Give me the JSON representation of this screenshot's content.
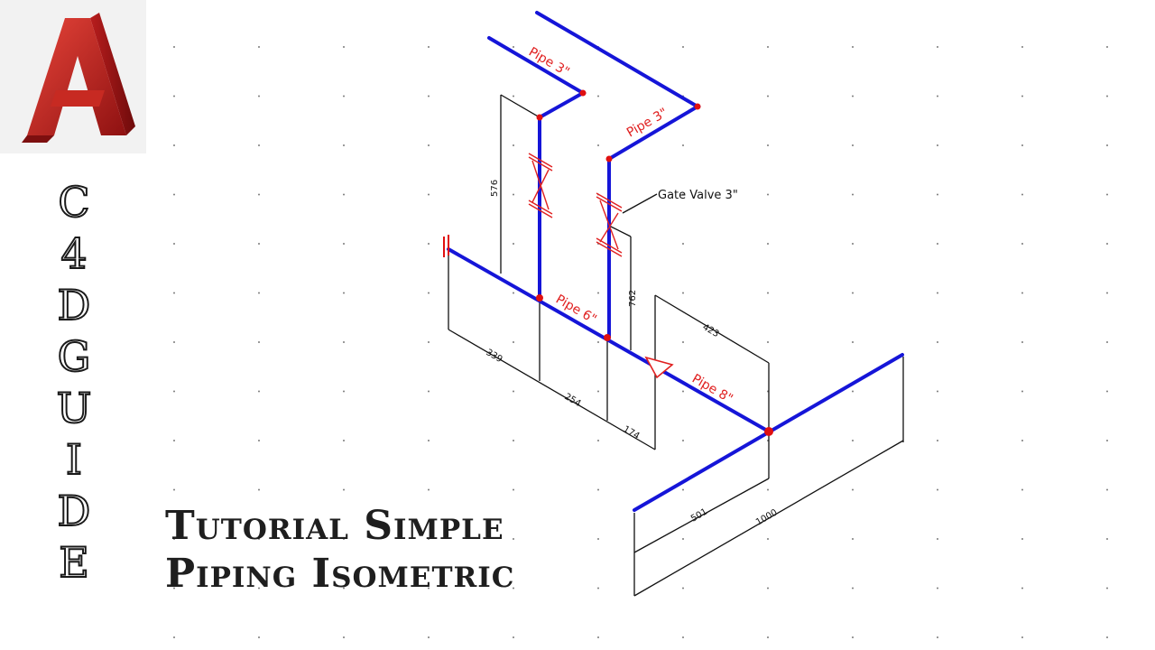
{
  "brand": {
    "logo_icon": "autocad-a-logo",
    "vertical_letters": [
      "C",
      "4",
      "D",
      "G",
      "U",
      "I",
      "D",
      "E"
    ]
  },
  "headline": {
    "line1": "Tutorial Simple",
    "line2": "Piping Isometric"
  },
  "drawing": {
    "pipe_labels": {
      "pipe3_left": "Pipe 3\"",
      "pipe3_right": "Pipe 3\"",
      "pipe6": "Pipe 6\"",
      "pipe8": "Pipe 8\""
    },
    "callout": {
      "gate_valve": "Gate Valve 3\""
    },
    "dimensions": {
      "d576": "576",
      "d762": "762",
      "d339": "339",
      "d254": "254",
      "d174": "174",
      "d423": "423",
      "d501": "501",
      "d1000": "1000"
    },
    "colors": {
      "pipe": "#1515d8",
      "joint": "#e01010",
      "label": "#e02020",
      "dimension": "#111111"
    }
  }
}
